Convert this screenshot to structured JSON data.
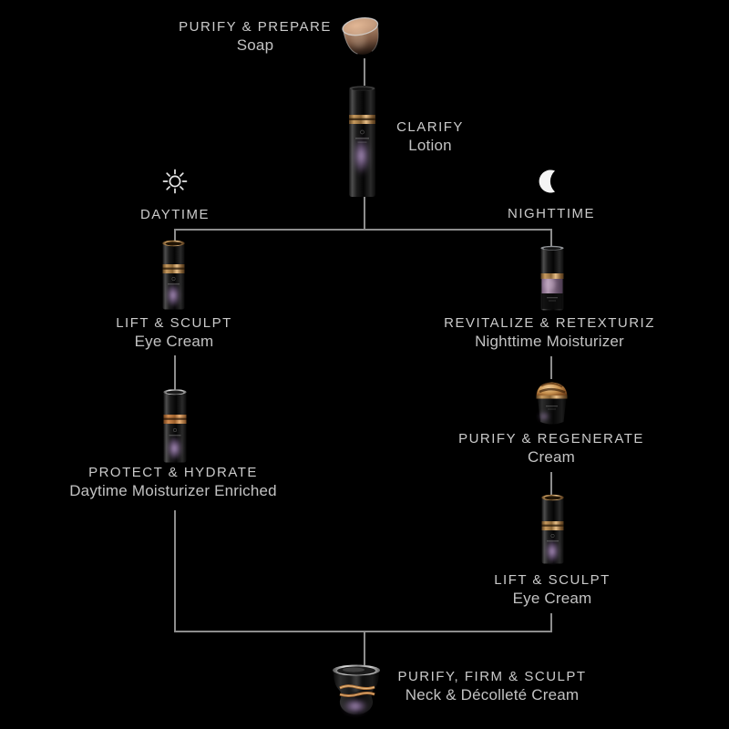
{
  "page": {
    "background": "#000000"
  },
  "colors": {
    "text": "#c9c9c9",
    "connector_line": "#8d8d8d",
    "accent_gold": "#c79a5e",
    "accent_copper": "#c8914f",
    "accent_purple": "#a98bbd",
    "accent_lavender": "#a88fa8"
  },
  "steps": {
    "purify_prepare": {
      "title": "PURIFY & PREPARE",
      "subtitle": "Soap",
      "image": "soap-bowl"
    },
    "clarify": {
      "title": "CLARIFY",
      "subtitle": "Lotion",
      "image": "lotion-bottle"
    },
    "lift_sculpt_day": {
      "title": "LIFT & SCULPT",
      "subtitle": "Eye Cream",
      "image": "eye-cream-bottle"
    },
    "protect_hydrate": {
      "title": "PROTECT & HYDRATE",
      "subtitle": "Daytime Moisturizer Enriched",
      "image": "moisturizer-bottle"
    },
    "revitalize": {
      "title": "REVITALIZE & RETEXTURIZ",
      "subtitle": "Nighttime Moisturizer",
      "image": "night-moisturizer-bottle"
    },
    "purify_regenerate": {
      "title": "PURIFY & REGENERATE",
      "subtitle": "Cream",
      "image": "cream-jar"
    },
    "lift_sculpt_night": {
      "title": "LIFT & SCULPT",
      "subtitle": "Eye Cream",
      "image": "eye-cream-bottle"
    },
    "purify_firm_sculpt": {
      "title": "PURIFY, FIRM & SCULPT",
      "subtitle": "Neck & Décolleté Cream",
      "image": "neck-cream-jar"
    }
  },
  "branches": {
    "daytime": {
      "label": "DAYTIME",
      "icon": "sun-icon"
    },
    "nighttime": {
      "label": "NIGHTTIME",
      "icon": "moon-icon"
    }
  },
  "routine": {
    "shared_start": [
      "purify_prepare",
      "clarify"
    ],
    "daytime": [
      "lift_sculpt_day",
      "protect_hydrate"
    ],
    "nighttime": [
      "revitalize",
      "purify_regenerate",
      "lift_sculpt_night"
    ],
    "shared_end": [
      "purify_firm_sculpt"
    ]
  }
}
